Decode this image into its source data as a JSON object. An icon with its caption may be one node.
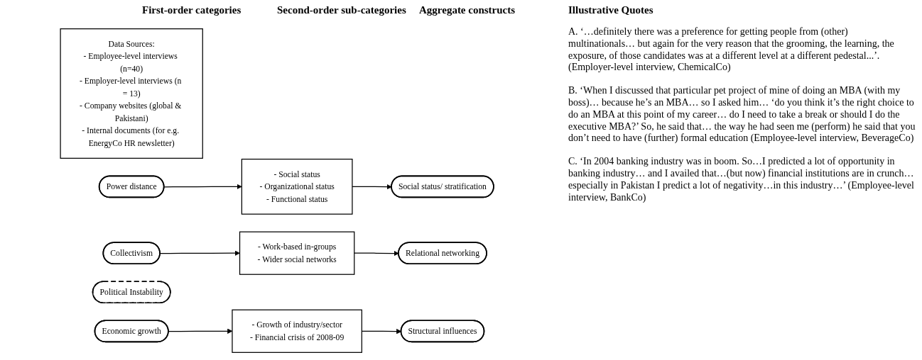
{
  "diagram": {
    "nodes": [
      {
        "text": [
          "Data Sources:",
          "- Employee-level interviews (n=40)",
          "- Employer-level interviews (n = 13)",
          "- Company websites (global & Pakistani)",
          "- Internal documents (for e.g. EnergyCo HR newsletter)"
        ]
      },
      {
        "text": [
          "Power distance"
        ]
      },
      {
        "text": [
          "- Social status",
          "- Organizational status",
          "- Functional status"
        ]
      },
      {
        "text": [
          "Social status/ stratification"
        ]
      },
      {
        "text": [
          "Collectivism"
        ]
      },
      {
        "text": [
          "- Work-based in-groups",
          "- Wider social networks"
        ]
      },
      {
        "text": [
          "Relational networking"
        ]
      },
      {
        "text": [
          "Political Instability"
        ]
      },
      {
        "text": [
          "Economic growth"
        ]
      },
      {
        "text": [
          "- Growth of industry/sector",
          "- Financial crisis of 2008-09"
        ]
      },
      {
        "text": [
          "Structural influences"
        ]
      }
    ],
    "edges": [
      {
        "from": 1,
        "to": 2,
        "arrow": "to"
      },
      {
        "from": 2,
        "to": 3,
        "arrow": "to"
      },
      {
        "from": 4,
        "to": 5,
        "arrow": "to"
      },
      {
        "from": 5,
        "to": 6,
        "arrow": "to"
      },
      {
        "from": 8,
        "to": 9,
        "arrow": "to"
      },
      {
        "from": 9,
        "to": 10,
        "arrow": "to"
      }
    ],
    "labels": [
      "First-order categories",
      "Second-order sub-categories",
      "Aggregate constructs",
      "Illustrative Quotes",
      "A. ‘…definitely there was a preference for getting people from (other) multinationals… but again for the very reason that the grooming, the learning, the exposure, of those candidates was at a different level at a different pedestal...’. (Employer-level interview, ChemicalCo)",
      "B. ‘When I discussed that particular pet project of mine of doing an MBA (with my boss)… because he’s an MBA… so I asked him… ‘do you think it’s the right choice to do an MBA at this point of my career… do I need to take a break or should I do the executive MBA?’ So, he said that… the way he had seen me (perform) he said that you don’t need to have (further) formal education (Employee-level interview, BeverageCo)",
      "C. ‘In 2004 banking industry was in boom. So…I predicted a lot of opportunity in banking industry… and I availed that…(but now) financial institutions are in crunch… especially in Pakistan I predict a lot of negativity…in this industry…’ (Employee-level interview, BankCo)"
    ]
  }
}
